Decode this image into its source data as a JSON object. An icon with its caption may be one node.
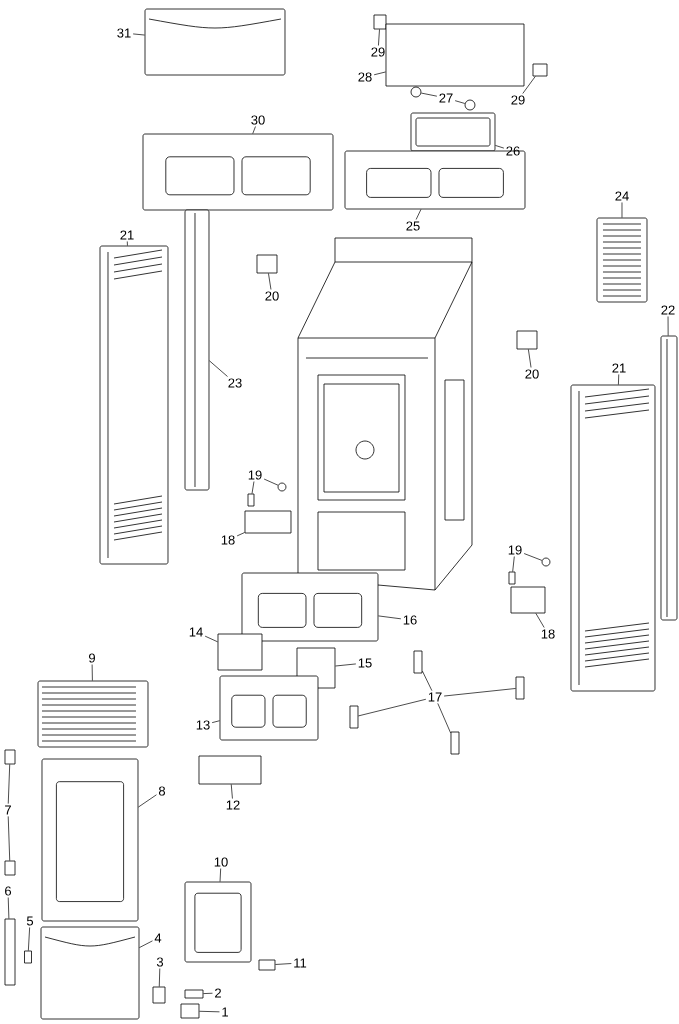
{
  "diagram": {
    "nodes": [
      {
        "text": [
          "31"
        ]
      },
      {
        "text": [],
        "shape": "picture"
      },
      {
        "text": [
          "29"
        ]
      },
      {
        "text": [],
        "shape": "box"
      },
      {
        "text": [
          "28"
        ]
      },
      {
        "text": [],
        "shape": "box"
      },
      {
        "text": [
          "29"
        ]
      },
      {
        "text": [],
        "shape": "box"
      },
      {
        "text": [
          "27"
        ]
      },
      {
        "text": [],
        "shape": "circle"
      },
      {
        "text": [],
        "shape": "circle"
      },
      {
        "text": [
          "30"
        ]
      },
      {
        "text": [],
        "shape": "picture"
      },
      {
        "text": [
          "26"
        ]
      },
      {
        "text": [],
        "shape": "picture"
      },
      {
        "text": [
          "25"
        ]
      },
      {
        "text": [],
        "shape": "picture"
      },
      {
        "text": [
          "24"
        ]
      },
      {
        "text": [],
        "shape": "picture"
      },
      {
        "text": [
          "21"
        ]
      },
      {
        "text": [],
        "shape": "picture"
      },
      {
        "text": [
          "23"
        ]
      },
      {
        "text": [],
        "shape": "picture"
      },
      {
        "text": [
          "20"
        ]
      },
      {
        "text": [],
        "shape": "box"
      },
      {
        "text": [
          "22"
        ]
      },
      {
        "text": [],
        "shape": "picture"
      },
      {
        "text": [
          "20"
        ]
      },
      {
        "text": [],
        "shape": "box"
      },
      {
        "text": [
          "21"
        ]
      },
      {
        "text": [],
        "shape": "picture"
      },
      {
        "text": [
          "19"
        ]
      },
      {
        "text": [],
        "shape": "circle"
      },
      {
        "text": [],
        "shape": "box"
      },
      {
        "text": [
          "18"
        ]
      },
      {
        "text": [],
        "shape": "box"
      },
      {
        "text": [
          "19"
        ]
      },
      {
        "text": [],
        "shape": "circle"
      },
      {
        "text": [],
        "shape": "box"
      },
      {
        "text": [
          "18"
        ]
      },
      {
        "text": [],
        "shape": "box"
      },
      {
        "text": [
          "16"
        ]
      },
      {
        "text": [],
        "shape": "picture"
      },
      {
        "text": [
          "14"
        ]
      },
      {
        "text": [],
        "shape": "box"
      },
      {
        "text": [
          "15"
        ]
      },
      {
        "text": [],
        "shape": "box"
      },
      {
        "text": [
          "9"
        ]
      },
      {
        "text": [],
        "shape": "picture"
      },
      {
        "text": [
          "17"
        ]
      },
      {
        "text": [],
        "shape": "box"
      },
      {
        "text": [],
        "shape": "box"
      },
      {
        "text": [],
        "shape": "box"
      },
      {
        "text": [],
        "shape": "box"
      },
      {
        "text": [
          "13"
        ]
      },
      {
        "text": [],
        "shape": "picture"
      },
      {
        "text": [
          "8"
        ]
      },
      {
        "text": [],
        "shape": "picture"
      },
      {
        "text": [
          "7"
        ]
      },
      {
        "text": [],
        "shape": "box"
      },
      {
        "text": [],
        "shape": "box"
      },
      {
        "text": [
          "12"
        ]
      },
      {
        "text": [],
        "shape": "box"
      },
      {
        "text": [
          "10"
        ]
      },
      {
        "text": [],
        "shape": "picture"
      },
      {
        "text": [
          "6"
        ]
      },
      {
        "text": [],
        "shape": "box"
      },
      {
        "text": [
          "5"
        ]
      },
      {
        "text": [],
        "shape": "box"
      },
      {
        "text": [
          "4"
        ]
      },
      {
        "text": [],
        "shape": "picture"
      },
      {
        "text": [
          "3"
        ]
      },
      {
        "text": [],
        "shape": "box"
      },
      {
        "text": [
          "11"
        ]
      },
      {
        "text": [],
        "shape": "box"
      },
      {
        "text": [
          "2"
        ]
      },
      {
        "text": [],
        "shape": "box"
      },
      {
        "text": [
          "1"
        ]
      },
      {
        "text": [],
        "shape": "box"
      }
    ],
    "edges": [
      {
        "from": 0,
        "to": 1,
        "arrow": "none"
      },
      {
        "from": 2,
        "to": 3,
        "arrow": "none"
      },
      {
        "from": 4,
        "to": 5,
        "arrow": "none"
      },
      {
        "from": 6,
        "to": 7,
        "arrow": "none"
      },
      {
        "from": 8,
        "to": 9,
        "arrow": "none"
      },
      {
        "from": 8,
        "to": 10,
        "arrow": "none"
      },
      {
        "from": 11,
        "to": 12,
        "arrow": "none"
      },
      {
        "from": 13,
        "to": 14,
        "arrow": "none"
      },
      {
        "from": 15,
        "to": 16,
        "arrow": "none"
      },
      {
        "from": 17,
        "to": 18,
        "arrow": "none"
      },
      {
        "from": 19,
        "to": 20,
        "arrow": "none"
      },
      {
        "from": 21,
        "to": 22,
        "arrow": "none"
      },
      {
        "from": 23,
        "to": 24,
        "arrow": "none"
      },
      {
        "from": 25,
        "to": 26,
        "arrow": "none"
      },
      {
        "from": 27,
        "to": 28,
        "arrow": "none"
      },
      {
        "from": 29,
        "to": 30,
        "arrow": "none"
      },
      {
        "from": 31,
        "to": 32,
        "arrow": "none"
      },
      {
        "from": 31,
        "to": 33,
        "arrow": "none"
      },
      {
        "from": 34,
        "to": 35,
        "arrow": "none"
      },
      {
        "from": 36,
        "to": 37,
        "arrow": "none"
      },
      {
        "from": 36,
        "to": 38,
        "arrow": "none"
      },
      {
        "from": 39,
        "to": 40,
        "arrow": "none"
      },
      {
        "from": 41,
        "to": 42,
        "arrow": "none"
      },
      {
        "from": 43,
        "to": 44,
        "arrow": "none"
      },
      {
        "from": 45,
        "to": 46,
        "arrow": "none"
      },
      {
        "from": 47,
        "to": 48,
        "arrow": "none"
      },
      {
        "from": 49,
        "to": 50,
        "arrow": "none"
      },
      {
        "from": 49,
        "to": 51,
        "arrow": "none"
      },
      {
        "from": 49,
        "to": 52,
        "arrow": "none"
      },
      {
        "from": 49,
        "to": 53,
        "arrow": "none"
      },
      {
        "from": 54,
        "to": 55,
        "arrow": "none"
      },
      {
        "from": 56,
        "to": 57,
        "arrow": "none"
      },
      {
        "from": 58,
        "to": 59,
        "arrow": "none"
      },
      {
        "from": 58,
        "to": 60,
        "arrow": "none"
      },
      {
        "from": 61,
        "to": 62,
        "arrow": "none"
      },
      {
        "from": 63,
        "to": 64,
        "arrow": "none"
      },
      {
        "from": 65,
        "to": 66,
        "arrow": "none"
      },
      {
        "from": 67,
        "to": 68,
        "arrow": "none"
      },
      {
        "from": 69,
        "to": 70,
        "arrow": "none"
      },
      {
        "from": 71,
        "to": 72,
        "arrow": "none"
      },
      {
        "from": 73,
        "to": 74,
        "arrow": "none"
      },
      {
        "from": 75,
        "to": 76,
        "arrow": "none"
      },
      {
        "from": 77,
        "to": 78,
        "arrow": "none"
      }
    ]
  }
}
